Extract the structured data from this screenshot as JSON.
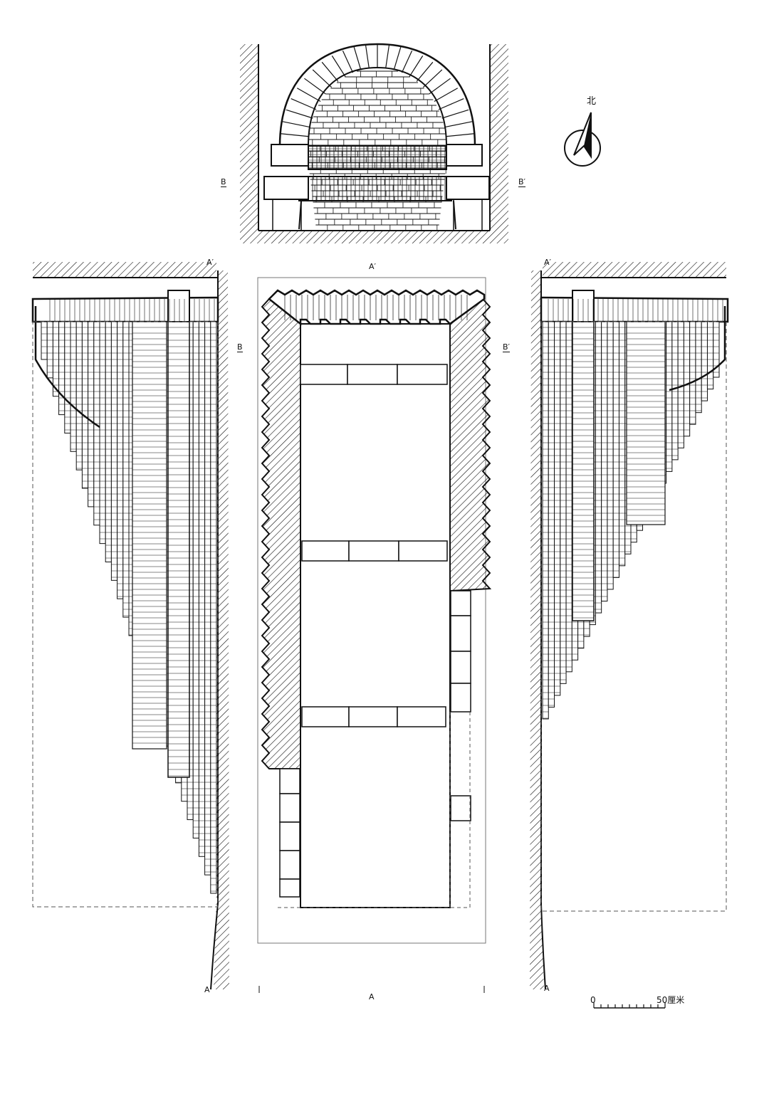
{
  "labels": {
    "b_left_top": "B",
    "b_right_top": "B′",
    "b_left_mid": "B",
    "b_right_mid": "B′",
    "a_prime_left": "A′",
    "a_prime_center": "A′",
    "a_prime_right": "A′",
    "a_left_bottom": "A",
    "a_center_bottom": "A",
    "a_right_bottom": "A"
  },
  "north": {
    "label": "北"
  },
  "scale": {
    "zero": "0",
    "end": "50厘米",
    "ticks": 10
  }
}
